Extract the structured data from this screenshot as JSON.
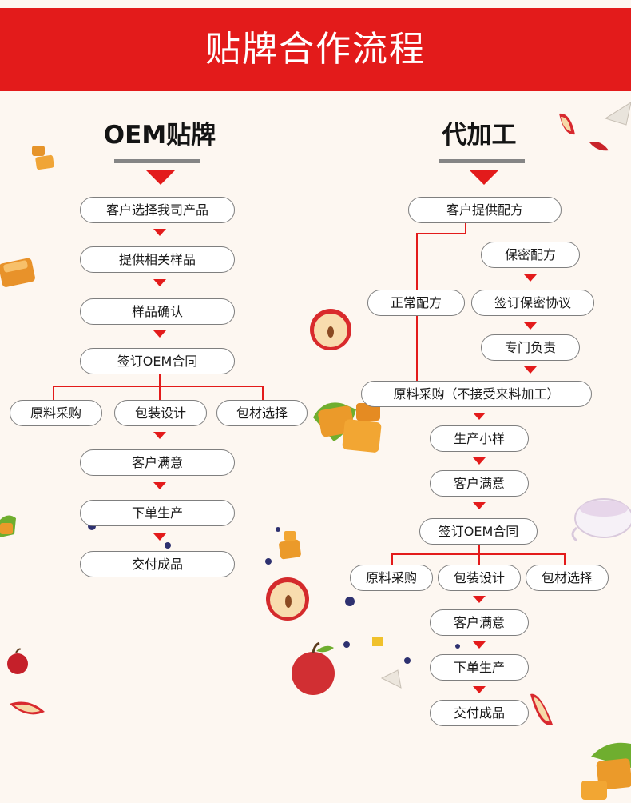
{
  "header": {
    "title": "贴牌合作流程"
  },
  "oem": {
    "title": "OEM贴牌",
    "steps": [
      "客户选择我司产品",
      "提供相关样品",
      "样品确认",
      "签订OEM合同"
    ],
    "branch": [
      "原料采购",
      "包装设计",
      "包材选择"
    ],
    "after": [
      "客户满意",
      "下单生产",
      "交付成品"
    ]
  },
  "processing": {
    "title": "代加工",
    "start": "客户提供配方",
    "normal_recipe": "正常配方",
    "secret_recipe": "保密配方",
    "nda": "签订保密协议",
    "dedicated": "专门负责",
    "material_purchase": "原料采购（不接受来料加工）",
    "steps": [
      "生产小样",
      "客户满意",
      "签订OEM合同"
    ],
    "branch": [
      "原料采购",
      "包装设计",
      "包材选择"
    ],
    "after": [
      "客户满意",
      "下单生产",
      "交付成品"
    ]
  },
  "colors": {
    "accent": "#e31b1b",
    "background": "#fdf7f1",
    "underline": "#858585",
    "node_border": "#7f7f7f"
  },
  "decorations": [
    "caramel-icon",
    "apple-slice-icon",
    "apple-half-icon",
    "apple-icon",
    "blueberry-icon",
    "teacup-icon",
    "tea-bag-icon"
  ]
}
